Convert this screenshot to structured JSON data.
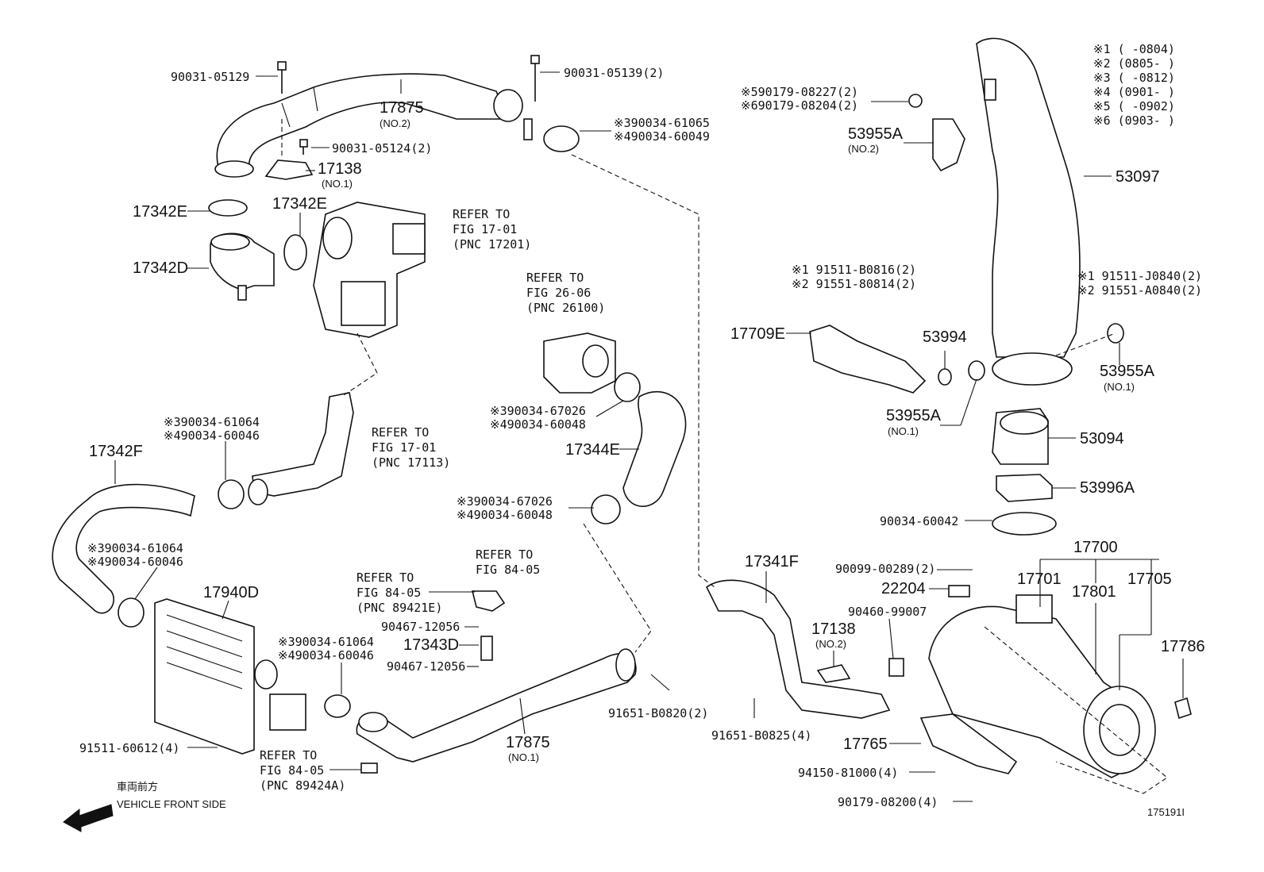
{
  "labels": {
    "b1": "90031-05129",
    "b2": "90031-05139(2)",
    "b3": "90031-05124(2)",
    "hose_17875_2": "17875",
    "hose_17875_2_sub": "(NO.2)",
    "br_17138_1": "17138",
    "br_17138_1_sub": "(NO.1)",
    "clamp_a1": "※390034-61065",
    "clamp_a2": "※490034-60049",
    "p17342E_1": "17342E",
    "p17342E_2": "17342E",
    "p17342D": "17342D",
    "ref1_1": "REFER TO",
    "ref1_2": "FIG 17-01",
    "ref1_3": "(PNC 17201)",
    "ref2_1": "REFER TO",
    "ref2_2": "FIG 26-06",
    "ref2_3": "(PNC 26100)",
    "c_b1": "※390034-67026",
    "c_b2": "※490034-60048",
    "p17344E": "17344E",
    "c_c1": "※390034-61064",
    "c_c2": "※490034-60046",
    "ref3_1": "REFER TO",
    "ref3_2": "FIG 17-01",
    "ref3_3": "(PNC 17113)",
    "p17342F": "17342F",
    "c_d1": "※390034-67026",
    "c_d2": "※490034-60048",
    "c_e1": "※390034-61064",
    "c_e2": "※490034-60046",
    "p17940D": "17940D",
    "ref4_1": "REFER TO",
    "ref4_2": "FIG 84-05",
    "ref5_1": "REFER TO",
    "ref5_2": "FIG 84-05",
    "ref5_3": "(PNC 89421E)",
    "v1": "90467-12056",
    "p17343D": "17343D",
    "v2": "90467-12056",
    "c_f1": "※390034-61064",
    "c_f2": "※490034-60046",
    "hose_17875_1": "17875",
    "hose_17875_1_sub": "(NO.1)",
    "b91651a": "91651-B0820(2)",
    "b91511": "91511-60612(4)",
    "ref6_1": "REFER TO",
    "ref6_2": "FIG 84-05",
    "ref6_3": "(PNC 89424A)",
    "front_jp": "車両前方",
    "front_en": "VEHICLE FRONT SIDE",
    "n5a": "※590179-08227(2)",
    "n6a": "※690179-08204(2)",
    "p53955A_2": "53955A",
    "p53955A_2_sub": "(NO.2)",
    "p53097": "53097",
    "leg1": "※1 (      -0804)",
    "leg2": "※2 (0805-      )",
    "leg3": "※3 (      -0812)",
    "leg4": "※4 (0901-      )",
    "leg5": "※5 (      -0902)",
    "leg6": "※6 (0903-      )",
    "k1": "※1  91511-B0816(2)",
    "k2": "※2  91551-80814(2)",
    "p17709E": "17709E",
    "p53994": "53994",
    "k3": "※1  91511-J0840(2)",
    "k4": "※2  91551-A0840(2)",
    "p53955A_1a": "53955A",
    "p53955A_1a_sub": "(NO.1)",
    "p53955A_1b": "53955A",
    "p53955A_1b_sub": "(NO.1)",
    "p53094": "53094",
    "p53996A": "53996A",
    "p90034": "90034-60042",
    "p17700": "17700",
    "p17341F": "17341F",
    "p90099": "90099-00289(2)",
    "p17701": "17701",
    "p17801": "17801",
    "p17705": "17705",
    "p22204": "22204",
    "p90460": "90460-99007",
    "p17786": "17786",
    "br_17138_2": "17138",
    "br_17138_2_sub": "(NO.2)",
    "b91651b": "91651-B0825(4)",
    "p17765": "17765",
    "p94150": "94150-81000(4)",
    "p90179": "90179-08200(4)",
    "figno": "175191I"
  }
}
